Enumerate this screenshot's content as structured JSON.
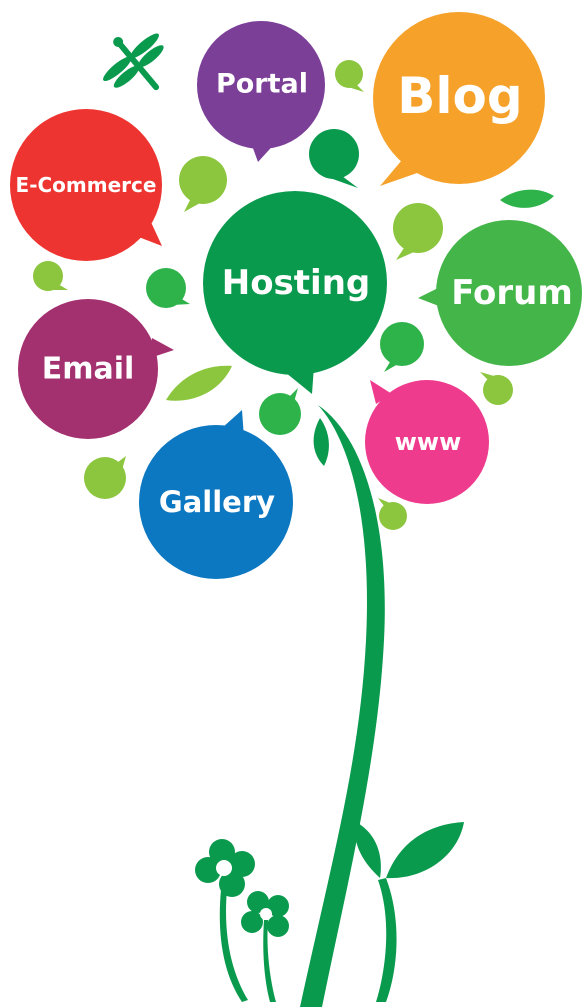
{
  "bubbles": {
    "portal": {
      "label": "Portal",
      "color": "#7B3F98"
    },
    "blog": {
      "label": "Blog",
      "color": "#F5A12A"
    },
    "ecommerce": {
      "label": "E-Commerce",
      "color": "#EE3430"
    },
    "hosting": {
      "label": "Hosting",
      "color": "#0A9A4E"
    },
    "forum": {
      "label": "Forum",
      "color": "#44B549"
    },
    "email": {
      "label": "Email",
      "color": "#A3306F"
    },
    "www": {
      "label": "www",
      "color": "#EE3B8D"
    },
    "gallery": {
      "label": "Gallery",
      "color": "#0D78C2"
    }
  },
  "palette": {
    "stem": "#0A9A4E",
    "lime": "#8CC63F",
    "dark_green": "#0A9A4E",
    "mid_green": "#2DB34A",
    "leaf": "#8CC63F"
  },
  "icons": [
    "dragonfly-icon",
    "leaf-icon",
    "clover-flower-icon",
    "sprout-icon"
  ]
}
